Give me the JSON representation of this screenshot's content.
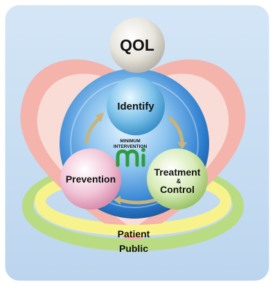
{
  "diagram": {
    "top_circle": {
      "label": "QOL"
    },
    "center": {
      "logo_text_line1": "MINIMUM",
      "logo_text_line2": "INTERVENTION",
      "logo_mark": "mi-logo"
    },
    "nodes": [
      {
        "id": "identify",
        "label": "Identify"
      },
      {
        "id": "prevention",
        "label": "Prevention"
      },
      {
        "id": "treatment",
        "label_line1": "Treatment",
        "amp": "&",
        "label_line2": "Control"
      }
    ],
    "rings": [
      {
        "id": "patient",
        "label": "Patient"
      },
      {
        "id": "public",
        "label": "Public"
      }
    ],
    "colors": {
      "panel": "#c7ddf2",
      "heart": "#f4b3ab",
      "heart_inner": "#f8dcd5",
      "big_circle": "#2e7fd0",
      "identify": "#7fc3ea",
      "prevention": "#f2c6d8",
      "treatment": "#d8ecb8",
      "patient_ring": "#f7f28c",
      "public_ring": "#b9dc82",
      "logo_green": "#2b9d3c"
    }
  }
}
